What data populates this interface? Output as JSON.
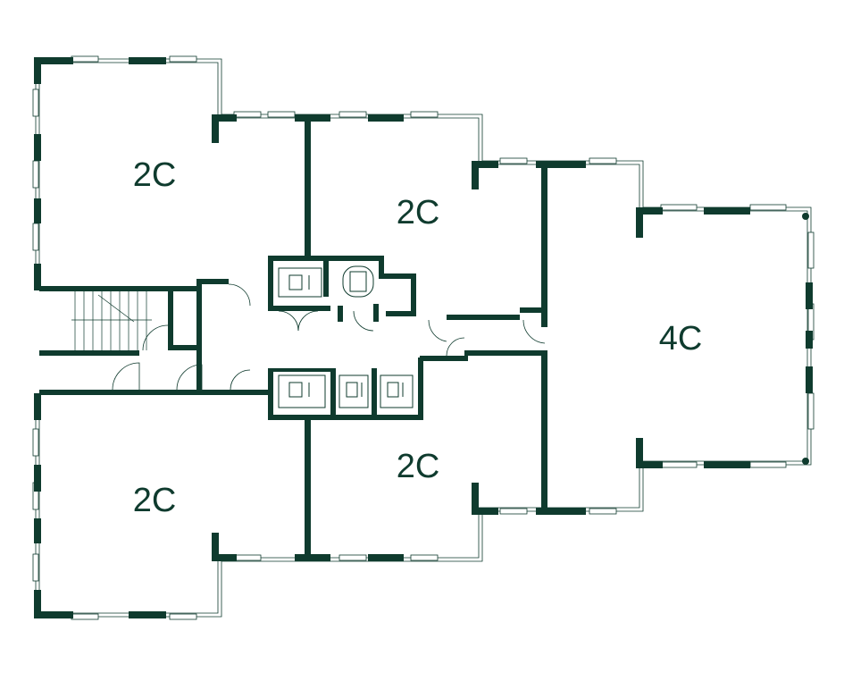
{
  "colors": {
    "wall": "#0f3b2e",
    "background": "#ffffff"
  },
  "units": [
    {
      "id": "unit-nw",
      "label": "2C"
    },
    {
      "id": "unit-n",
      "label": "2C"
    },
    {
      "id": "unit-e",
      "label": "4C"
    },
    {
      "id": "unit-s",
      "label": "2C"
    },
    {
      "id": "unit-sw",
      "label": "2C"
    }
  ],
  "icons": [
    "elevator-icon",
    "stair-icon",
    "door-swing-icon",
    "corner-marker-icon"
  ]
}
